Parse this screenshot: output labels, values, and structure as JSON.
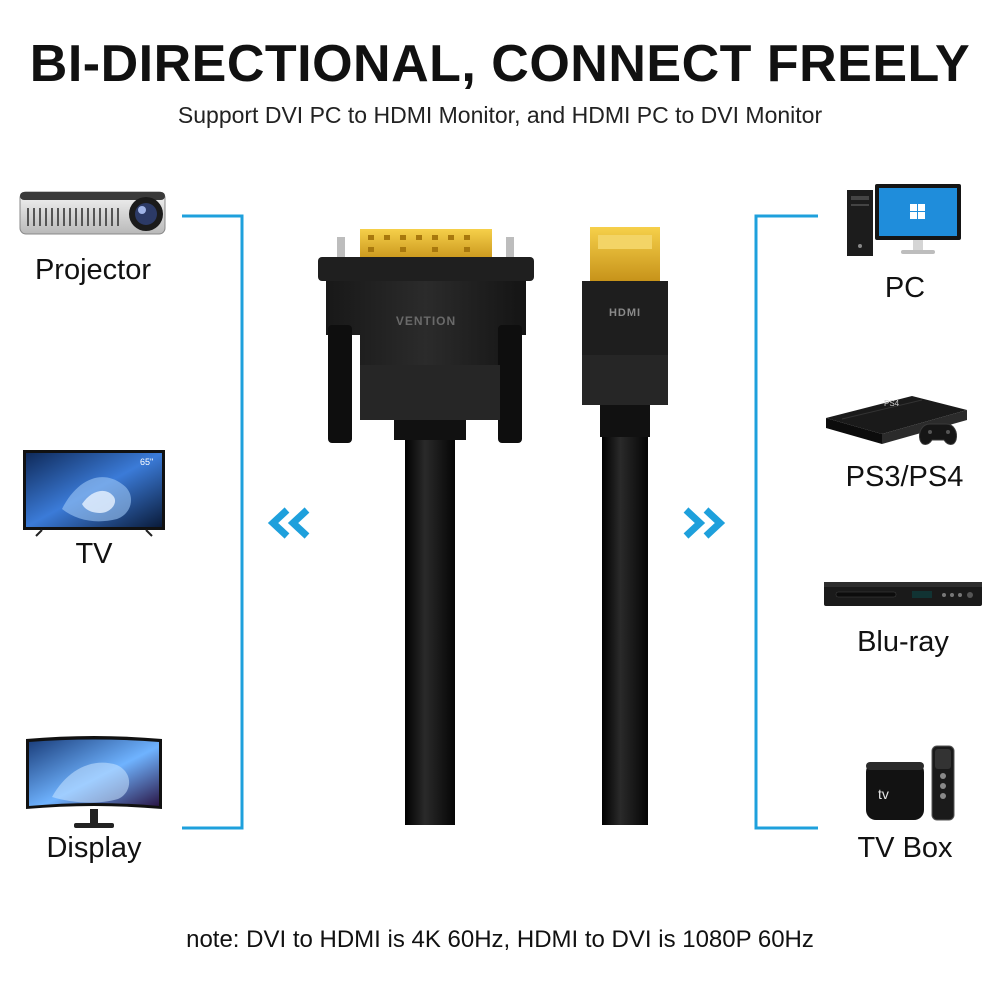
{
  "header": {
    "title": "BI-DIRECTIONAL, CONNECT FREELY",
    "subtitle": "Support DVI PC to HDMI Monitor, and HDMI PC to DVI Monitor"
  },
  "left_devices": [
    {
      "label": "Projector",
      "icon": "projector-icon"
    },
    {
      "label": "TV",
      "icon": "tv-icon"
    },
    {
      "label": "Display",
      "icon": "curved-display-icon"
    }
  ],
  "right_devices": [
    {
      "label": "PC",
      "icon": "desktop-pc-icon"
    },
    {
      "label": "PS3/PS4",
      "icon": "game-console-icon"
    },
    {
      "label": "Blu-ray",
      "icon": "bluray-player-icon"
    },
    {
      "label": "TV Box",
      "icon": "tv-box-icon"
    }
  ],
  "cable": {
    "dvi_brand": "VENTION",
    "hdmi_logo": "HDMI",
    "tv_badge": "65\"",
    "tvbox_logo": "tv"
  },
  "colors": {
    "accent": "#1ea0dc",
    "cable": "#141414",
    "gold": "#e3b21d"
  },
  "footer": {
    "note": "note: DVI to HDMI is 4K 60Hz, HDMI to DVI is 1080P 60Hz"
  }
}
